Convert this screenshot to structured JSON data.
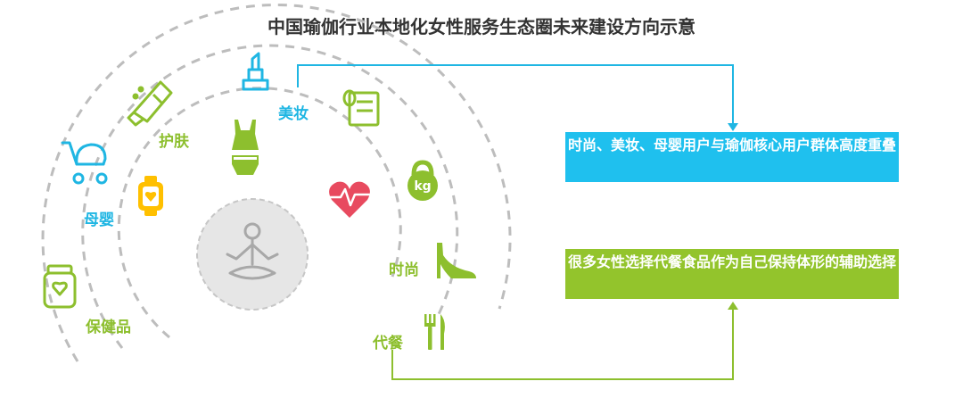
{
  "title": "中国瑜伽行业本地化女性服务生态圈未来建设方向示意",
  "labels": {
    "makeup": "美妆",
    "skincare": "护肤",
    "maternal": "母婴",
    "health": "保健品",
    "fashion": "时尚",
    "meal": "代餐"
  },
  "boxes": {
    "blue_text": "时尚、美妆、母婴用户与瑜伽核心用户群体高度重叠",
    "green_text": "很多女性选择代餐食品作为自己保持体形的辅助选择"
  },
  "icons": {
    "center": "yoga-meditation-icon",
    "lipstick": "lipstick-icon",
    "cream": "cream-tube-icon",
    "mat": "yoga-mat-icon",
    "top": "sports-outfit-icon",
    "stroller": "stroller-icon",
    "watch": "smartwatch-heart-icon",
    "kettlebell": "kettlebell-icon",
    "heartbeat": "heartbeat-icon",
    "jar": "supplement-jar-icon",
    "heel": "high-heel-icon",
    "cutlery": "cutlery-icon",
    "kettlebell_text": "kg"
  },
  "colors": {
    "blue": "#1fb6e3",
    "green": "#8dbf2e",
    "yellow": "#ffc000",
    "red": "#e84a5f",
    "gray": "#bdbdbd"
  }
}
